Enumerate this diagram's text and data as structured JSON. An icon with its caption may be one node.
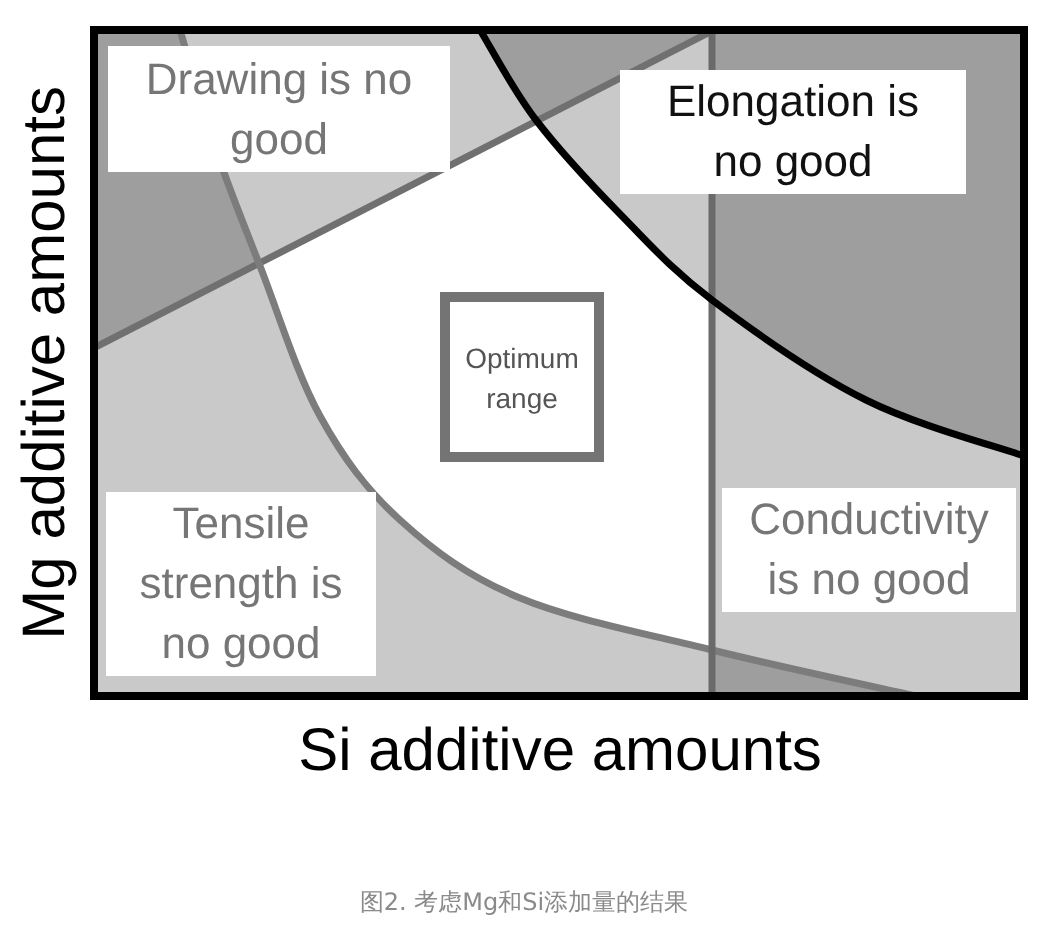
{
  "diagram": {
    "caption": "图2. 考虑Mg和Si添加量的结果",
    "nodes": [
      {
        "text": [
          "Drawing is no good"
        ]
      },
      {
        "text": [
          "Elongation is no good"
        ]
      },
      {
        "text": [
          "Optimum range"
        ]
      },
      {
        "text": [
          "Tensile strength is no good"
        ]
      },
      {
        "text": [
          "Conductivity is no good"
        ]
      }
    ],
    "labels": [
      "Mg additive amounts",
      "Si additive amounts"
    ]
  }
}
